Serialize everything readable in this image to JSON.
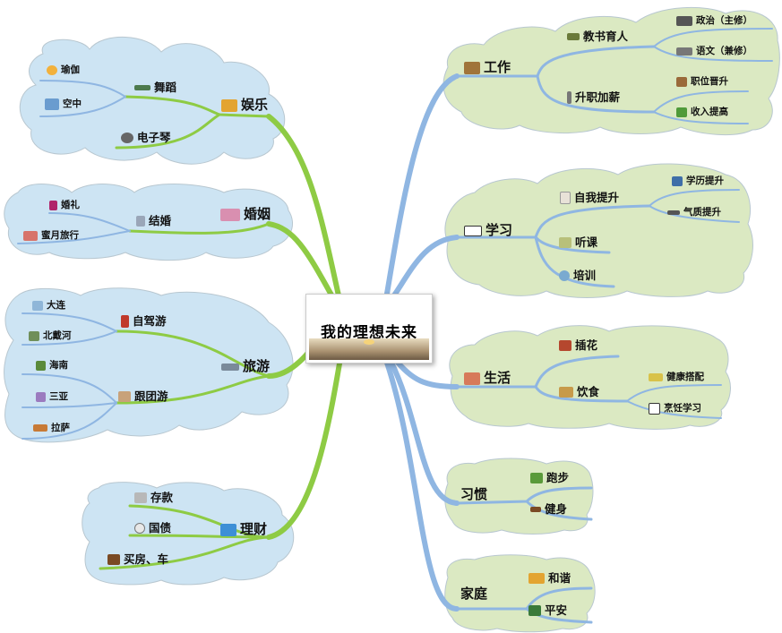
{
  "center": {
    "title": "我的理想未来"
  },
  "colors": {
    "green_line": "#8ecb44",
    "blue_line": "#8fb6e2",
    "cloud_blue": "#cde4f3",
    "cloud_green": "#dbe9c2",
    "cloud_stroke": "#b8c7d0"
  },
  "branches": {
    "entertainment": {
      "label": "娱乐",
      "icon": "beer-mugs-icon",
      "dance": {
        "label": "舞蹈",
        "icon": "key-icon"
      },
      "yoga": {
        "label": "瑜伽",
        "icon": "weather-icon"
      },
      "air": {
        "label": "空中",
        "icon": "monitor-icon"
      },
      "piano": {
        "label": "电子琴",
        "icon": "ornament-icon"
      }
    },
    "marriage": {
      "label": "婚姻",
      "icon": "hearts-icon",
      "wedding": {
        "label": "结婚",
        "icon": "couple-icon"
      },
      "ceremony": {
        "label": "婚礼",
        "icon": "rose-icon"
      },
      "honeymoon": {
        "label": "蜜月旅行",
        "icon": "lips-icon"
      }
    },
    "travel": {
      "label": "旅游",
      "icon": "airplane-icon",
      "selfdrive": {
        "label": "自驾游",
        "icon": "traffic-light-icon"
      },
      "dalian": {
        "label": "大连",
        "icon": "beach-icon"
      },
      "beidaihe": {
        "label": "北戴河",
        "icon": "landscape-icon"
      },
      "group": {
        "label": "跟团游",
        "icon": "camera-icon"
      },
      "hainan": {
        "label": "海南",
        "icon": "palm-tree-icon"
      },
      "sanya": {
        "label": "三亚",
        "icon": "sailboat-icon"
      },
      "lhasa": {
        "label": "拉萨",
        "icon": "shoe-icon"
      }
    },
    "finance": {
      "label": "理财",
      "icon": "monitor-icon",
      "deposit": {
        "label": "存款",
        "icon": "money-icon"
      },
      "bonds": {
        "label": "国债",
        "icon": "magnifier-icon"
      },
      "house": {
        "label": "买房、车",
        "icon": "briefcase-icon"
      }
    },
    "work": {
      "label": "工作",
      "icon": "worker-icon",
      "teaching": {
        "label": "教书育人",
        "icon": "books-icon"
      },
      "politics": {
        "label": "政治（主修）",
        "icon": "book-icon"
      },
      "chinese": {
        "label": "语文（兼修）",
        "icon": "glasses-icon"
      },
      "promotion": {
        "label": "升职加薪",
        "icon": "pin-icon"
      },
      "title": {
        "label": "职位晋升",
        "icon": "stairs-icon"
      },
      "income": {
        "label": "收入提高",
        "icon": "plant-icon"
      }
    },
    "study": {
      "label": "学习",
      "icon": "open-book-icon",
      "selfimprove": {
        "label": "自我提升",
        "icon": "hand-icon"
      },
      "degree": {
        "label": "学历提升",
        "icon": "lamp-icon"
      },
      "temperament": {
        "label": "气质提升",
        "icon": "pen-icon"
      },
      "lecture": {
        "label": "听课",
        "icon": "book-stack-icon"
      },
      "training": {
        "label": "培训",
        "icon": "globe-icon"
      }
    },
    "life": {
      "label": "生活",
      "icon": "calendar-icon",
      "flowers": {
        "label": "插花",
        "icon": "flower-pot-icon"
      },
      "diet": {
        "label": "饮食",
        "icon": "bread-icon"
      },
      "health": {
        "label": "健康搭配",
        "icon": "bowl-icon"
      },
      "cooking": {
        "label": "烹饪学习",
        "icon": "chef-icon"
      }
    },
    "habit": {
      "label": "习惯",
      "running": {
        "label": "跑步",
        "icon": "golf-flag-icon"
      },
      "fitness": {
        "label": "健身",
        "icon": "brush-icon"
      }
    },
    "family": {
      "label": "家庭",
      "harmony": {
        "label": "和谐",
        "icon": "beer-mugs-icon"
      },
      "safety": {
        "label": "平安",
        "icon": "tree-icon"
      }
    }
  }
}
